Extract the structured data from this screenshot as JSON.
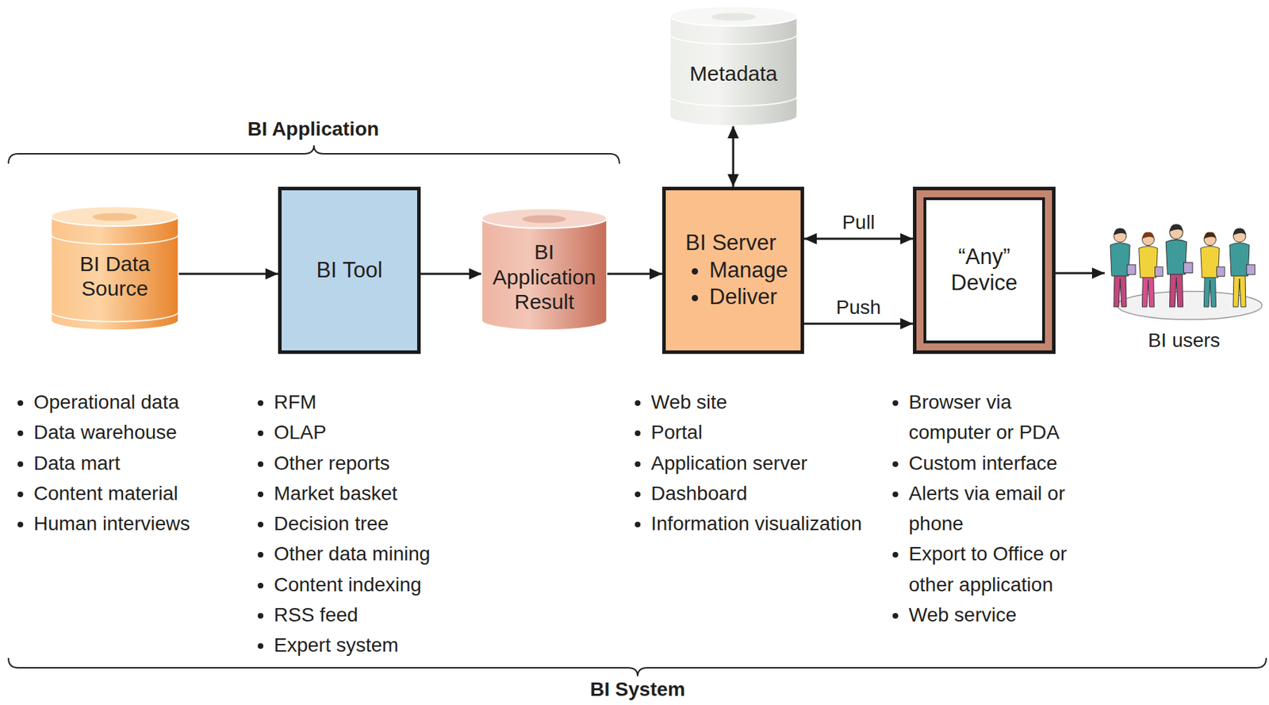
{
  "diagram": {
    "nodes": [
      {
        "text": [
          "BI Data Source"
        ]
      },
      {
        "text": [
          "BI Tool"
        ]
      },
      {
        "text": [
          "BI Application Result"
        ]
      },
      {
        "text": [
          "Metadata"
        ]
      },
      {
        "text": [
          "BI Server",
          "Manage",
          "Deliver"
        ]
      },
      {
        "text": [
          "“Any” Device"
        ]
      },
      {
        "text": [
          "BI users"
        ]
      }
    ],
    "edges": [
      {
        "from": 0,
        "to": 1,
        "arrow": "to"
      },
      {
        "from": 1,
        "to": 2,
        "arrow": "to"
      },
      {
        "from": 2,
        "to": 4,
        "arrow": "to"
      },
      {
        "from": 3,
        "to": 4,
        "arrow": "both"
      },
      {
        "from": 4,
        "to": 5,
        "label": "Pull",
        "arrow": "both"
      },
      {
        "from": 4,
        "to": 5,
        "label": "Push",
        "arrow": "to"
      },
      {
        "from": 5,
        "to": 6,
        "arrow": "to"
      }
    ],
    "labels": [
      "BI Application",
      "Operational data",
      "Data warehouse",
      "Data mart",
      "Content material",
      "Human interviews",
      "RFM",
      "OLAP",
      "Other reports",
      "Market basket",
      "Decision tree",
      "Other data mining",
      "Content indexing",
      "RSS feed",
      "Expert system",
      "Web site",
      "Portal",
      "Application server",
      "Dashboard",
      "Information visualization",
      "Browser via computer or PDA",
      "Custom interface",
      "Alerts via email or phone",
      "Export to Office or other application",
      "Web service",
      "BI System"
    ]
  }
}
